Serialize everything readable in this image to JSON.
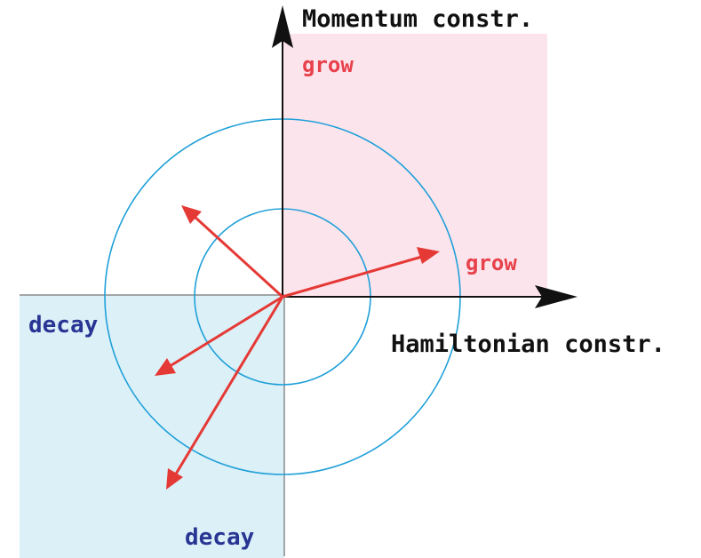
{
  "labels": {
    "y_axis": "Momentum constr.",
    "x_axis": "Hamiltonian constr.",
    "grow_top": "grow",
    "grow_right": "grow",
    "decay_left": "decay",
    "decay_bottom": "decay"
  },
  "colors": {
    "grow_region": "#fce4ec",
    "decay_region": "#dcf0f8",
    "circles": "#1fa0d8",
    "vectors": "#e53935",
    "axes": "#111111",
    "grow_text": "#e8414b",
    "decay_text": "#283593"
  },
  "icons": {
    "axis_heads": "triangle-arrowhead-icon",
    "vector_heads": "triangle-arrowhead-icon"
  }
}
